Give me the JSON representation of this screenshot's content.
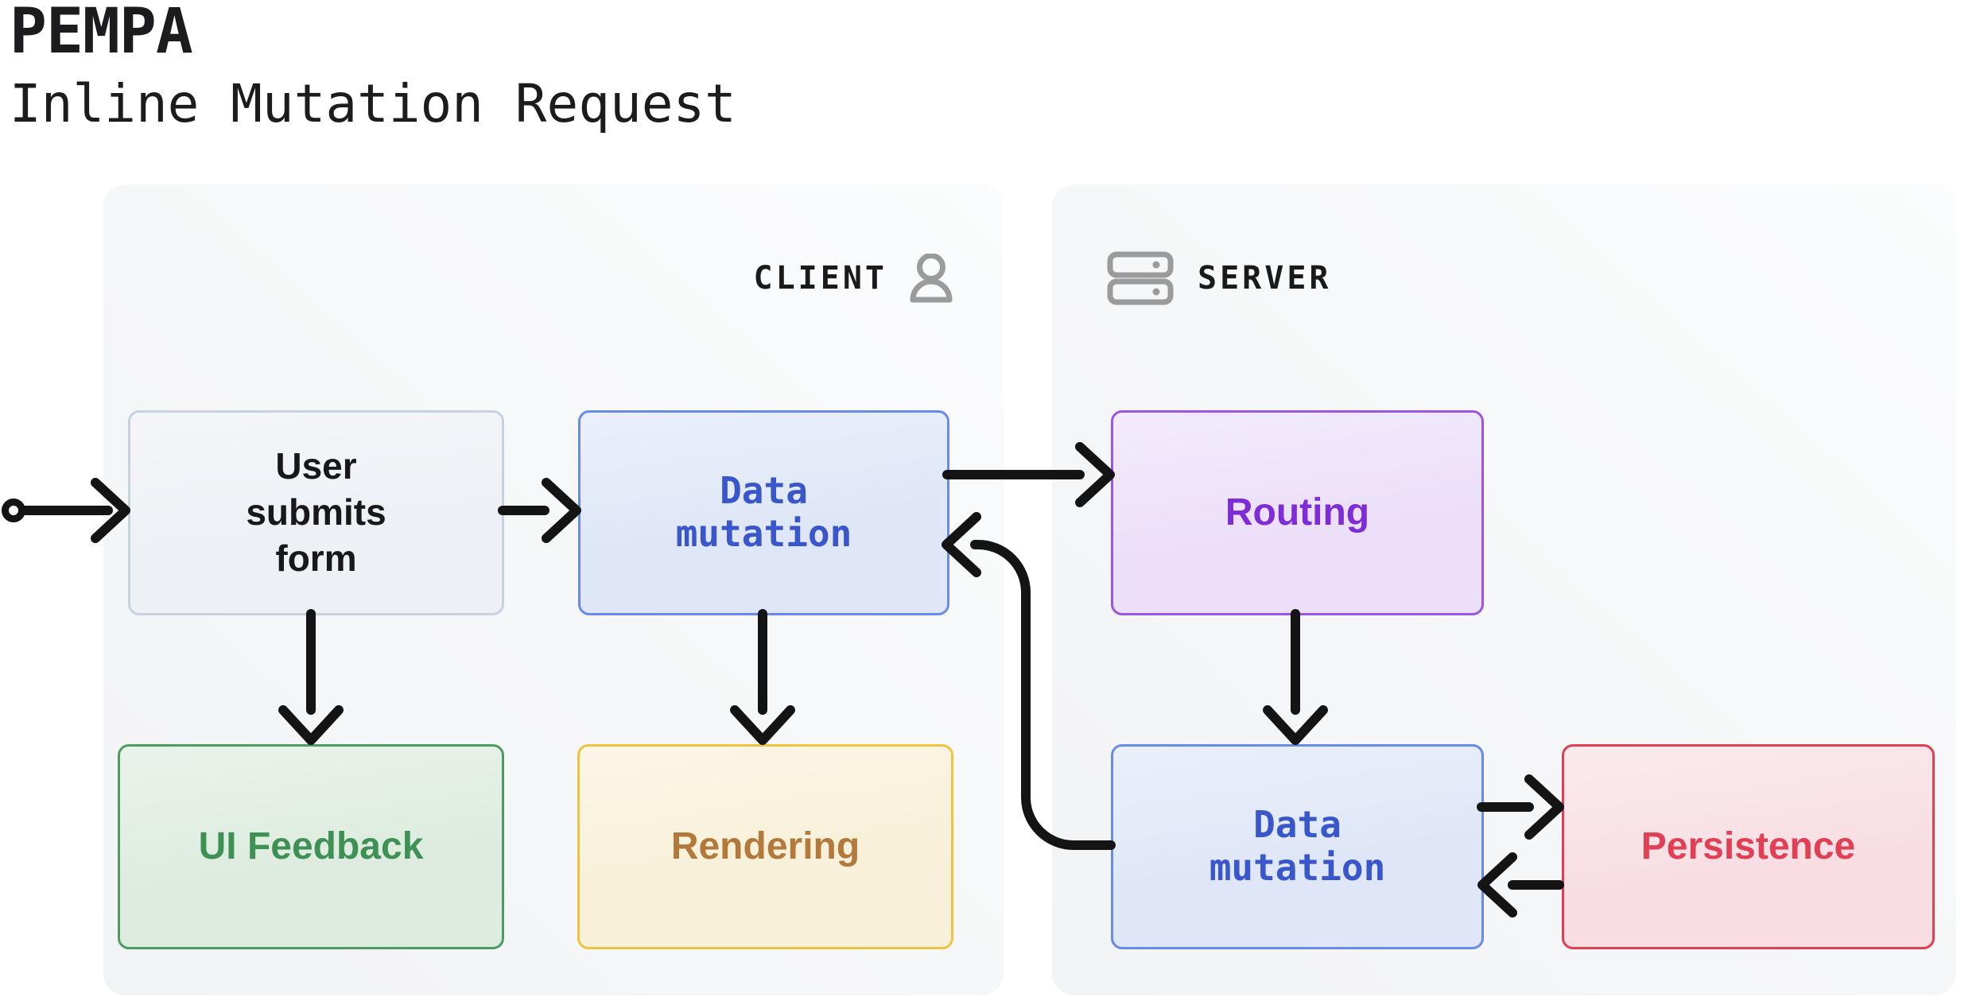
{
  "header": {
    "title": "PEMPA",
    "subtitle": "Inline Mutation Request"
  },
  "panels": {
    "client": {
      "label": "CLIENT",
      "icon": "user-icon"
    },
    "server": {
      "label": "SERVER",
      "icon": "server-icon"
    }
  },
  "nodes": {
    "user_form": {
      "label": "User submits form",
      "fill": "#edf0f5",
      "border": "#c8d1de",
      "text_color": "#18181a"
    },
    "client_data_mutation": {
      "label": "Data mutation",
      "fill": "#dee6f7",
      "border": "#688ae8",
      "text_color": "#3a56cb"
    },
    "routing": {
      "label": "Routing",
      "fill": "#ebdffa",
      "border": "#9a55e6",
      "text_color": "#7e2cd6"
    },
    "ui_feedback": {
      "label": "UI Feedback",
      "fill": "#ddecdf",
      "border": "#4c9c62",
      "text_color": "#3e9055"
    },
    "rendering": {
      "label": "Rendering",
      "fill": "#f8f0d8",
      "border": "#eec33d",
      "text_color": "#b3793a"
    },
    "server_data_mutation": {
      "label": "Data mutation",
      "fill": "#dee6f7",
      "border": "#688ae8",
      "text_color": "#3a56cb"
    },
    "persistence": {
      "label": "Persistence",
      "fill": "#f8dee2",
      "border": "#e23f50",
      "text_color": "#e13f53"
    }
  },
  "edges": [
    {
      "from": "start",
      "to": "user_form"
    },
    {
      "from": "user_form",
      "to": "client_data_mutation"
    },
    {
      "from": "user_form",
      "to": "ui_feedback"
    },
    {
      "from": "client_data_mutation",
      "to": "rendering"
    },
    {
      "from": "client_data_mutation",
      "to": "routing"
    },
    {
      "from": "routing",
      "to": "server_data_mutation"
    },
    {
      "from": "server_data_mutation",
      "to": "persistence"
    },
    {
      "from": "persistence",
      "to": "server_data_mutation"
    },
    {
      "from": "server_data_mutation",
      "to": "client_data_mutation"
    }
  ],
  "colors": {
    "background": "#ffffff",
    "arrow": "#141414",
    "icon_gray": "#9b9b9b",
    "panel_fill_dark": "#f2f3f5",
    "panel_fill_light": "#fbfcfd"
  }
}
